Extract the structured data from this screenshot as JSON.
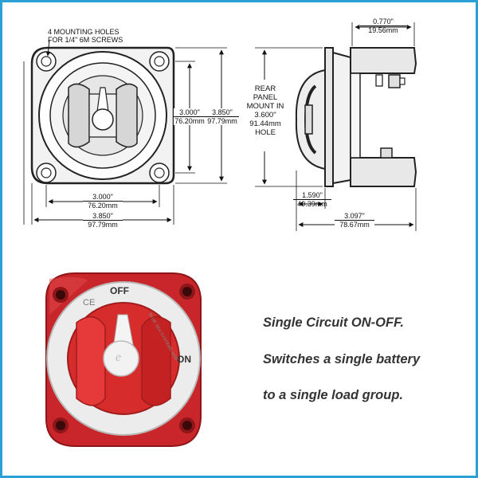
{
  "diagram": {
    "front_view": {
      "holes_note_line1": "4 MOUNTING HOLES",
      "holes_note_line2": "FOR 1/4\" 6M SCREWS",
      "inner_height_in": "3.000\"",
      "inner_height_mm": "76.20mm",
      "outer_height_in": "3.850\"",
      "outer_height_mm": "97.79mm",
      "inner_width_in": "3.000\"",
      "inner_width_mm": "76.20mm",
      "outer_width_in": "3.850\"",
      "outer_width_mm": "97.79mm"
    },
    "side_view": {
      "shaft_in": "0.770\"",
      "shaft_mm": "19.56mm",
      "rear_mount_line1": "REAR",
      "rear_mount_line2": "PANEL",
      "rear_mount_line3": "MOUNT IN",
      "rear_mount_line4": "3.600\"",
      "rear_mount_line5": "91.44mm",
      "rear_mount_line6": "HOLE",
      "front_depth_in": "1.590\"",
      "front_depth_mm": "40.39mm",
      "total_depth_in": "3.097\"",
      "total_depth_mm": "78.67mm"
    }
  },
  "product": {
    "off_label": "OFF",
    "on_label": "ON",
    "ce_mark": "CE",
    "brand_text": "BLUE SEA",
    "model_text": "SYSTEMS 6006",
    "knob_logo": "e",
    "colors": {
      "body": "#d42a2a",
      "face": "#e8e8e8",
      "knob": "#e03030"
    }
  },
  "description": {
    "line1": "Single Circuit ON-OFF.",
    "line2": "Switches a single battery",
    "line3": "to a single load group."
  },
  "colors": {
    "frame": "#2aa0d6"
  }
}
